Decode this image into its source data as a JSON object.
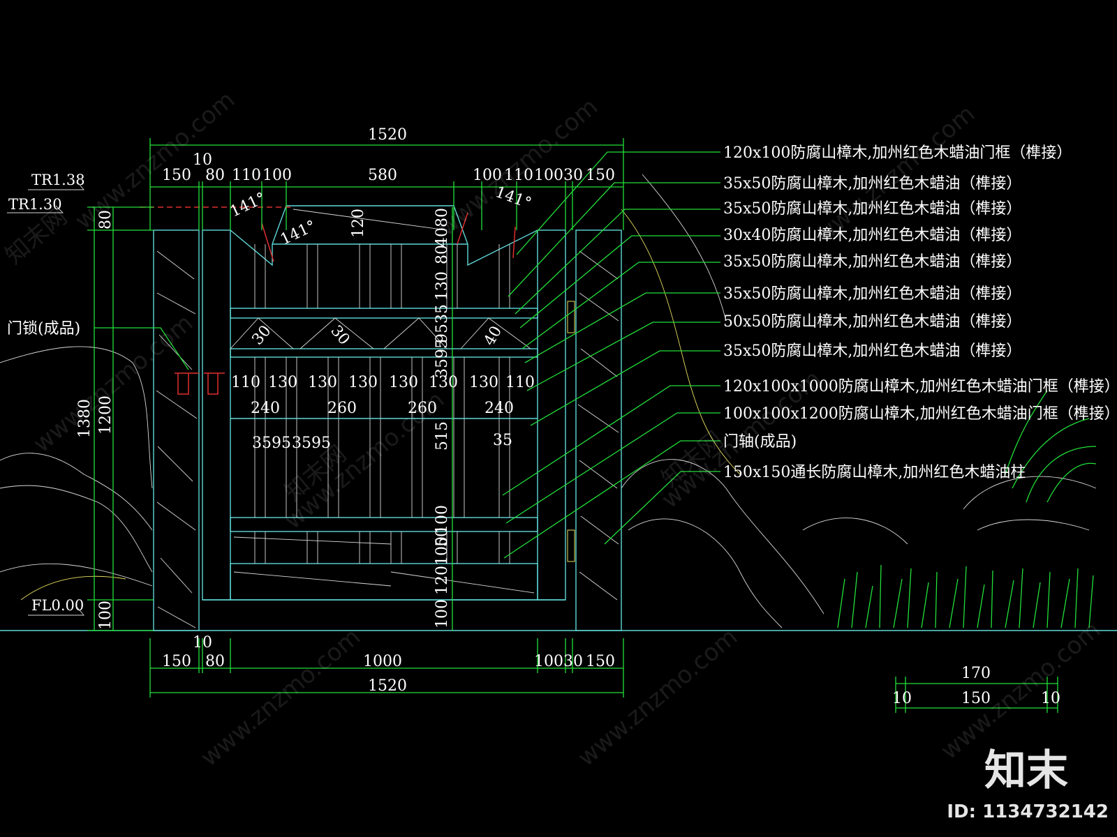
{
  "drawing": {
    "overall_width_top": "1520",
    "overall_width_bottom": "1520",
    "top_dims": [
      "150",
      "10",
      "80",
      "110",
      "100",
      "580",
      "100",
      "110",
      "10030",
      "150"
    ],
    "bottom_dims": [
      "150",
      "10",
      "80",
      "1000",
      "10030",
      "150"
    ],
    "left_dims": [
      "80",
      "1380",
      "1200",
      "100"
    ],
    "mid_vertical_dims": [
      "120",
      "40",
      "80",
      "80",
      "130",
      "95",
      "35",
      "95",
      "35",
      "515",
      "100",
      "50",
      "100",
      "120",
      "100"
    ],
    "row_dims_1": [
      "110",
      "130",
      "130",
      "130",
      "130",
      "130",
      "130",
      "110"
    ],
    "row_dims_2": [
      "240",
      "260",
      "260",
      "240"
    ],
    "row_dims_3": [
      "35",
      "95",
      "35",
      "95",
      "35"
    ],
    "angles": [
      "141°",
      "141°",
      "141°",
      "30",
      "30",
      "40"
    ],
    "levels": {
      "tr138": "TR1.38",
      "tr130": "TR1.30",
      "fl000": "FL0.00"
    },
    "lock_label": "门锁(成品)",
    "post_section": {
      "total": "170",
      "mid": "150",
      "left": "10",
      "right": "10"
    }
  },
  "notes": [
    "120x100防腐山樟木,加州红色木蜡油门框（榫接）",
    "35x50防腐山樟木,加州红色木蜡油（榫接）",
    "35x50防腐山樟木,加州红色木蜡油（榫接）",
    "30x40防腐山樟木,加州红色木蜡油（榫接）",
    "35x50防腐山樟木,加州红色木蜡油（榫接）",
    "35x50防腐山樟木,加州红色木蜡油（榫接）",
    "50x50防腐山樟木,加州红色木蜡油（榫接）",
    "35x50防腐山樟木,加州红色木蜡油（榫接）",
    "120x100x1000防腐山樟木,加州红色木蜡油门框（榫接）",
    "100x100x1200防腐山樟木,加州红色木蜡油门框（榫接）",
    "门轴(成品)",
    "150x150通长防腐山樟木,加州红色木蜡油柱"
  ],
  "watermark": {
    "site": "www.znzmo.com",
    "logo_text": "知末",
    "id_label": "ID: 1134732142",
    "cn": "知末网"
  }
}
